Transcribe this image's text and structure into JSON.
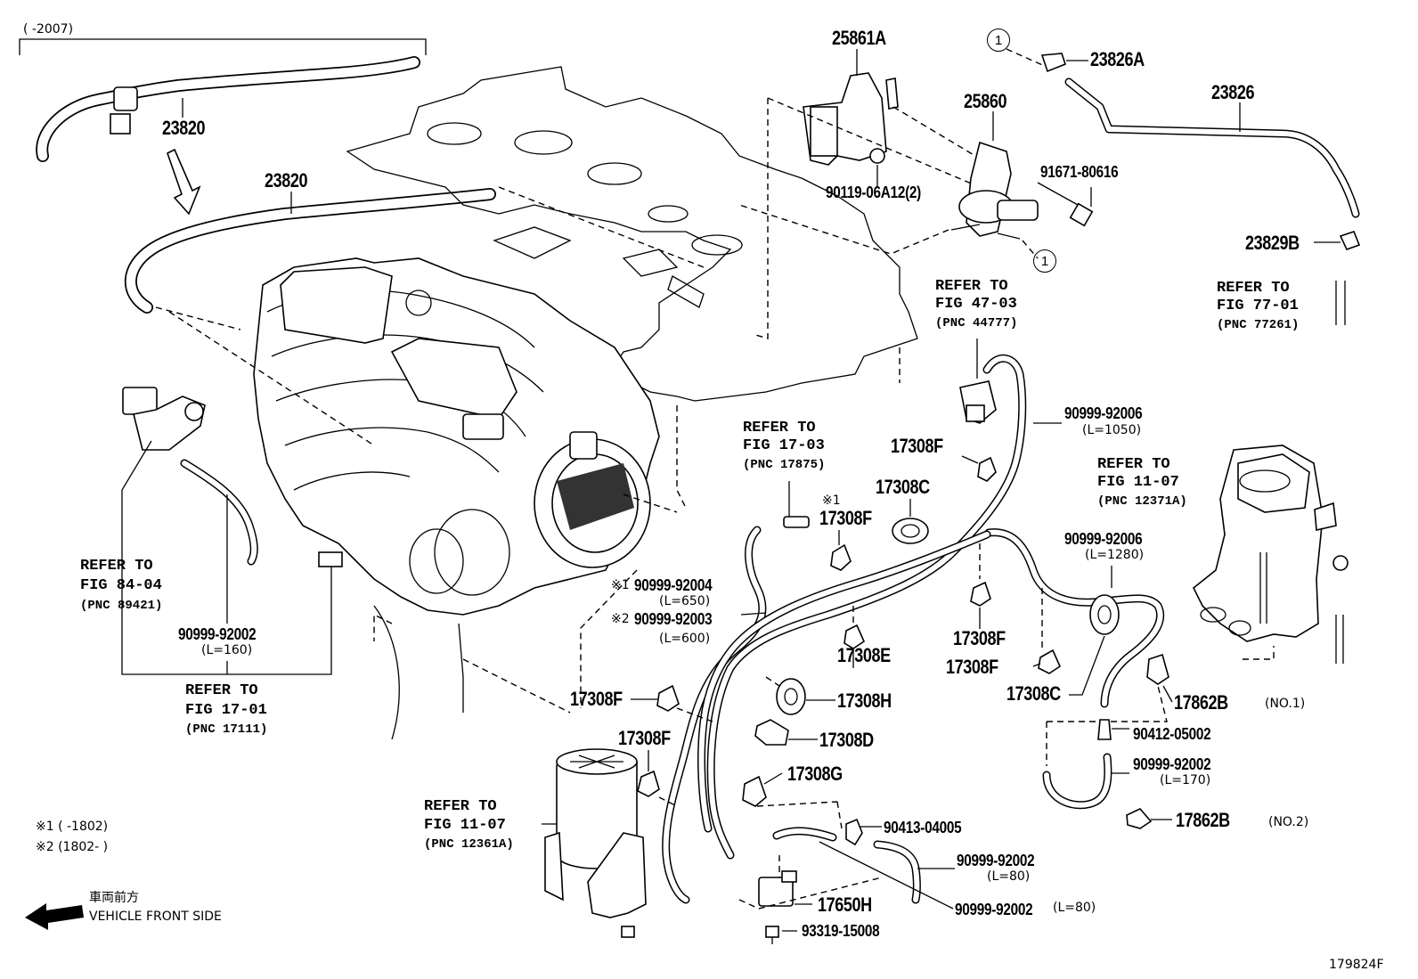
{
  "header": {
    "date_range": "(      -2007)"
  },
  "parts": {
    "p23820_a": "23820",
    "p23820_b": "23820",
    "p25861A": "25861A",
    "p23826A": "23826A",
    "p25860": "25860",
    "p23826": "23826",
    "p91671": "91671-80616",
    "p90119": "90119-06A12(2)",
    "p23829B": "23829B",
    "p17308F_1": "17308F",
    "p17308C_1": "17308C",
    "p17308F_2": "17308F",
    "p17308F_3": "17308F",
    "p17308F_4": "17308F",
    "p17308C_2": "17308C",
    "p17862B_1": "17862B",
    "p17308E": "17308E",
    "p17308H": "17308H",
    "p17308F_5": "17308F",
    "p17308F_6": "17308F",
    "p17308D": "17308D",
    "p17308G": "17308G",
    "p17650H": "17650H",
    "p93319": "93319-15008",
    "p90413": "90413-04005",
    "p90412": "90412-05002",
    "p17862B_2": "17862B",
    "h1_pn": "90999-92006",
    "h1_len": "(L=1050)",
    "h2_pn": "90999-92006",
    "h2_len": "(L=1280)",
    "h3_pn": "90999-92002",
    "h3_len": "(L=160)",
    "h4_pn": "90999-92004",
    "h4_len": "(L=650)",
    "h5_pn": "90999-92003",
    "h5_len": "(L=600)",
    "h6_pn": "90999-92002",
    "h6_len": "(L=170)",
    "h7_pn": "90999-92002",
    "h7_len": "(L=80)",
    "h8_pn": "90999-92002",
    "h8_len": "(L=80)",
    "no1": "(NO.1)",
    "no2": "(NO.2)"
  },
  "notes": {
    "mark1": "※1",
    "mark2": "※2",
    "mark_17308F": "※1",
    "footnote1": "※1 (      -1802)",
    "footnote2": "※2 (1802-      )",
    "callout_1": "1"
  },
  "refs": {
    "r4703": {
      "line1": "REFER TO",
      "line2": "FIG 47-03",
      "line3": "(PNC 44777)"
    },
    "r7701": {
      "line1": "REFER TO",
      "line2": "FIG 77-01",
      "line3": "(PNC 77261)"
    },
    "r1703": {
      "line1": "REFER TO",
      "line2": "FIG 17-03",
      "line3": "(PNC 17875)"
    },
    "r1107a": {
      "line1": "REFER TO",
      "line2": "FIG 11-07",
      "line3": "(PNC 12371A)"
    },
    "r8404": {
      "line1": "REFER TO",
      "line2": "FIG 84-04",
      "line3": "(PNC 89421)"
    },
    "r1701": {
      "line1": "REFER TO",
      "line2": "FIG 17-01",
      "line3": "(PNC 17111)"
    },
    "r1107b": {
      "line1": "REFER TO",
      "line2": "FIG 11-07",
      "line3": "(PNC 12361A)"
    }
  },
  "legend": {
    "japanese": "車両前方",
    "english": "VEHICLE FRONT SIDE"
  },
  "figure_id": "179824F"
}
